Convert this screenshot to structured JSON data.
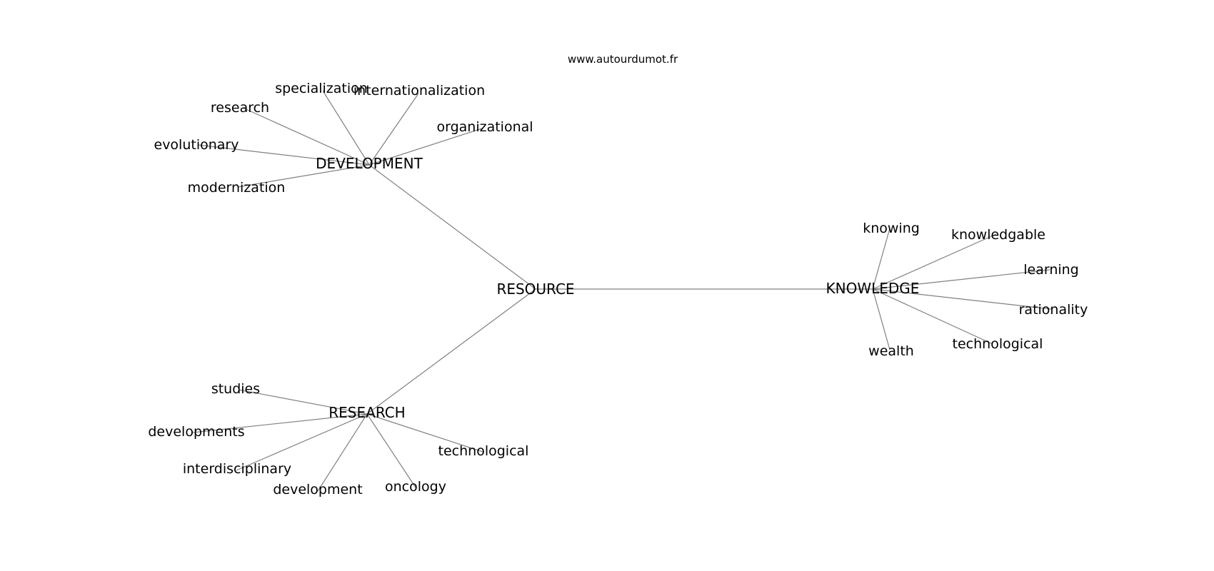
{
  "source_text": "www.autourdumot.fr",
  "center": {
    "label": "RESOURCE"
  },
  "hubs": [
    {
      "id": "development",
      "label": "DEVELOPMENT",
      "leaves": [
        "specialization",
        "internationalization",
        "research",
        "organizational",
        "evolutionary",
        "modernization"
      ]
    },
    {
      "id": "research",
      "label": "RESEARCH",
      "leaves": [
        "studies",
        "developments",
        "interdisciplinary",
        "technological",
        "development",
        "oncology"
      ]
    },
    {
      "id": "knowledge",
      "label": "KNOWLEDGE",
      "leaves": [
        "knowing",
        "knowledgable",
        "learning",
        "rationality",
        "technological",
        "wealth"
      ]
    }
  ]
}
